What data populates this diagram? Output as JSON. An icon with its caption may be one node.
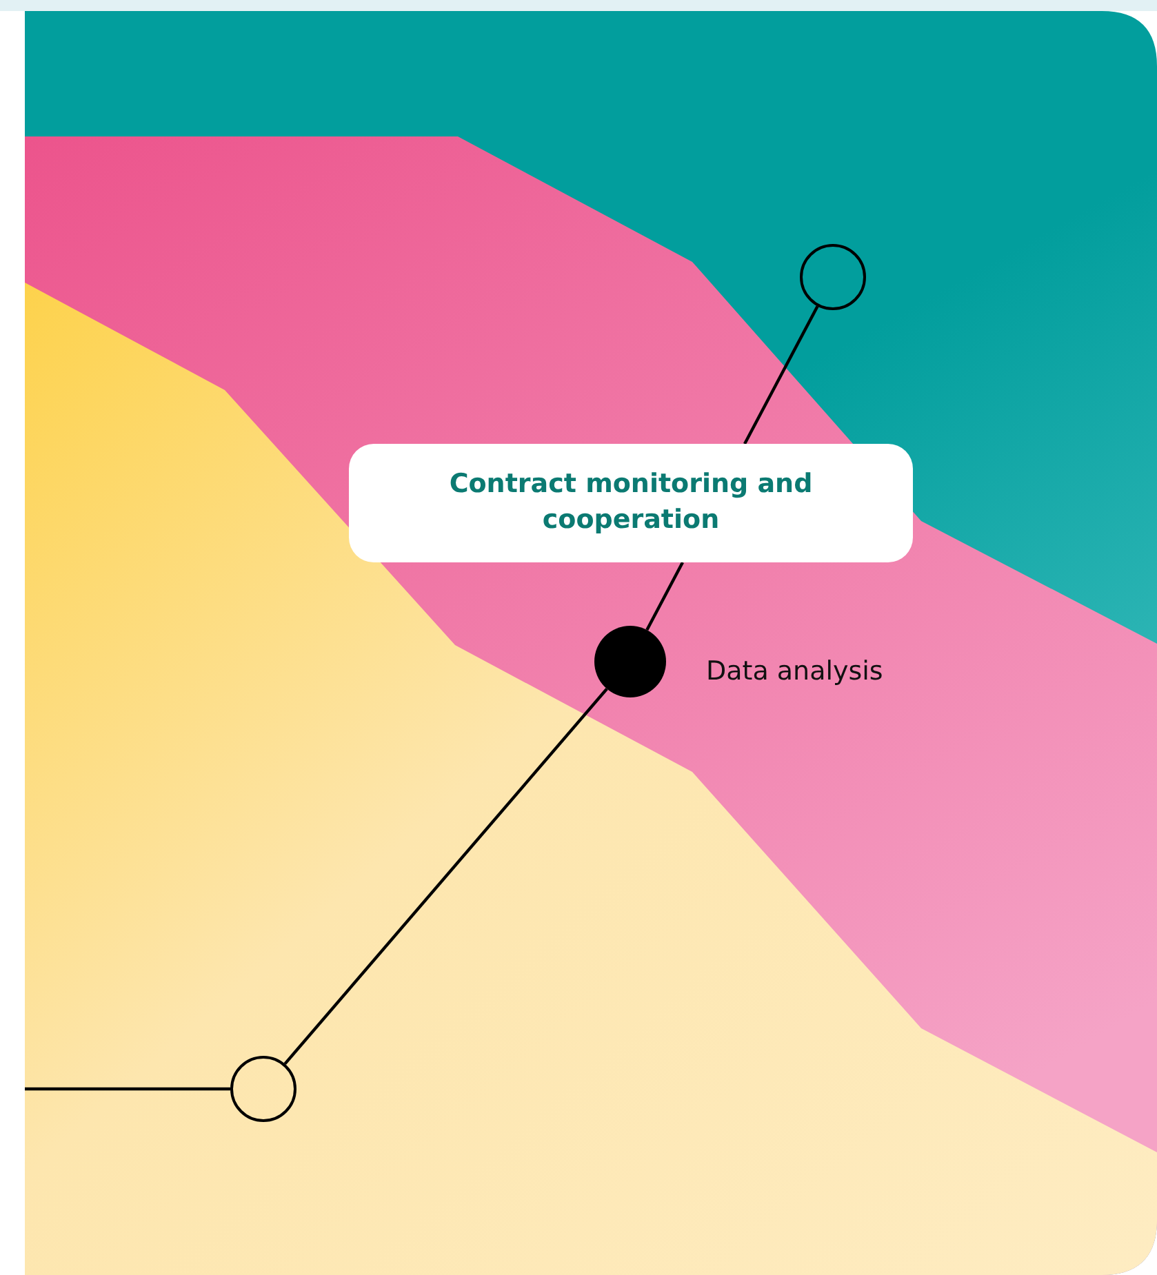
{
  "diagram": {
    "nodes": [
      {
        "text": [],
        "shape": "circle"
      },
      {
        "text": [
          "Contract monitoring and cooperation"
        ]
      },
      {
        "text": [],
        "shape": "circle",
        "beside": [
          "Data analysis"
        ]
      },
      {
        "text": [],
        "shape": "circle"
      }
    ],
    "edges": [
      {
        "from": 0,
        "to": 1,
        "arrow": "none"
      },
      {
        "from": 1,
        "to": 2,
        "arrow": "none"
      },
      {
        "from": 2,
        "to": 3,
        "arrow": "none"
      },
      {
        "from": null,
        "to": 3,
        "arrow": "none"
      }
    ]
  }
}
